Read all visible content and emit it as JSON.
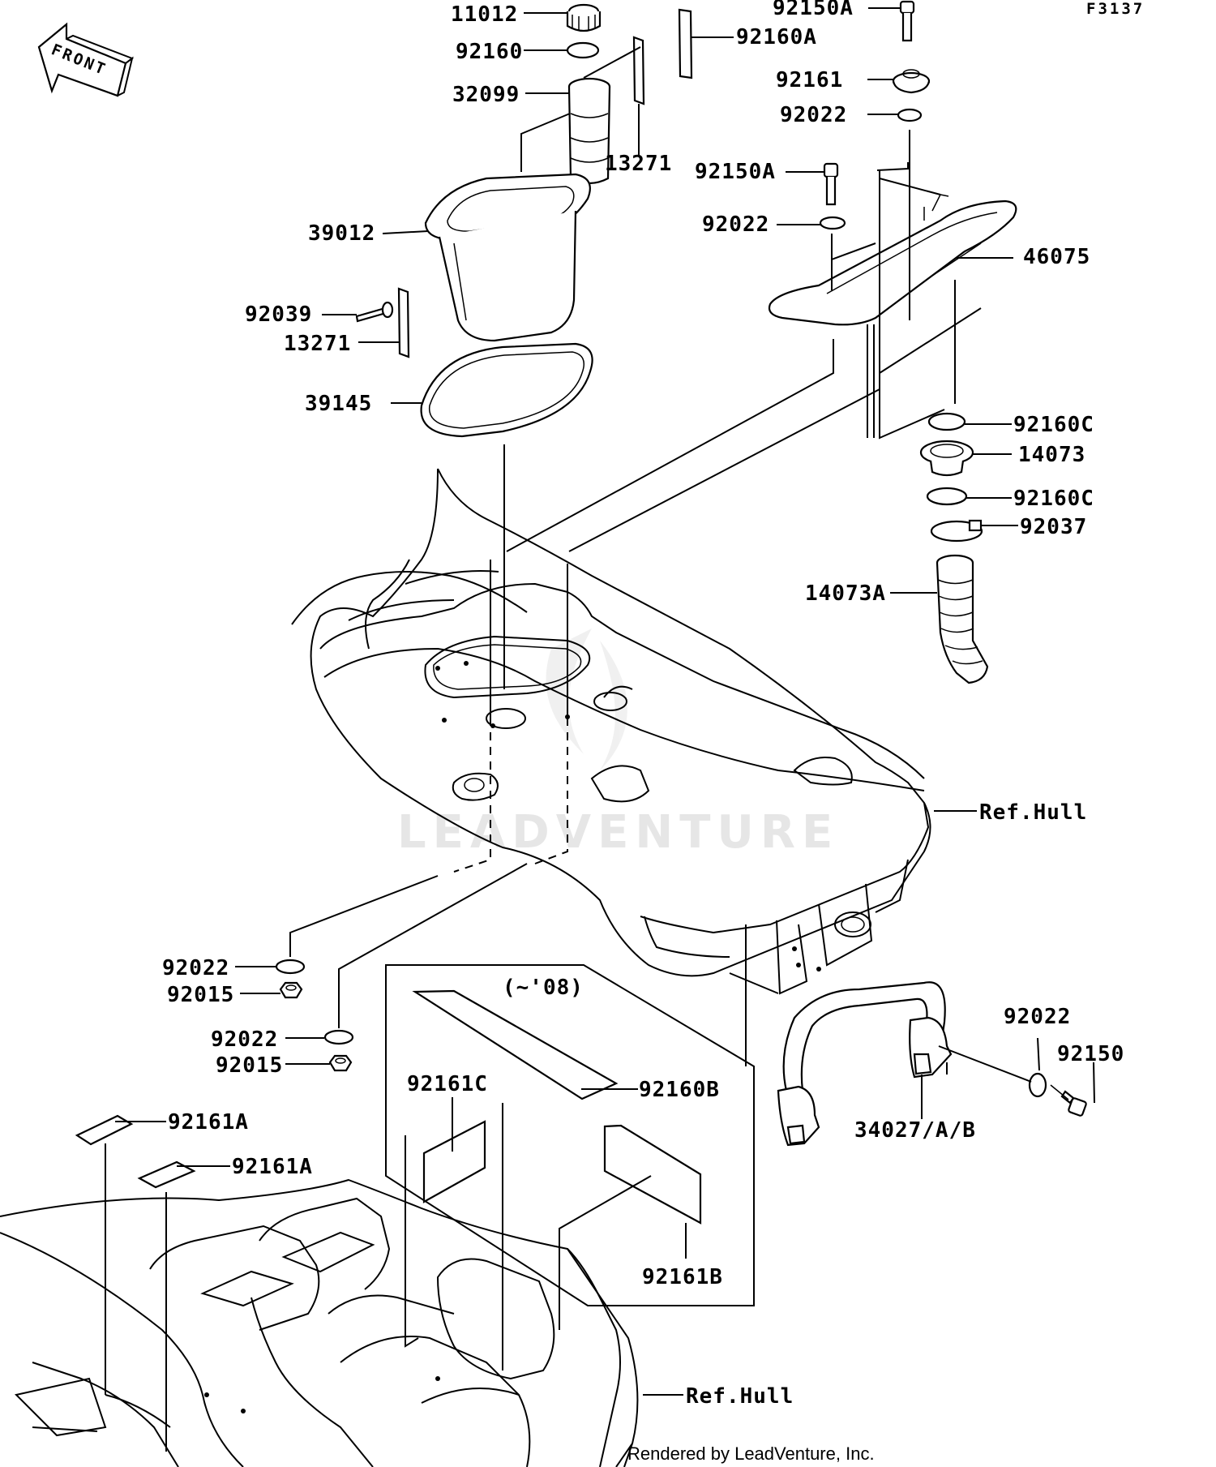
{
  "figure_code": "F3137",
  "front_label": "FRONT",
  "watermark": "LEADVENTURE",
  "credit": "Rendered by LeadVenture, Inc.",
  "inset_note": "(~'08)",
  "callouts": [
    {
      "id": "c1",
      "label": "11012"
    },
    {
      "id": "c2",
      "label": "92160"
    },
    {
      "id": "c3",
      "label": "32099"
    },
    {
      "id": "c4",
      "label": "13271"
    },
    {
      "id": "c5",
      "label": "92160A"
    },
    {
      "id": "c6",
      "label": "92150A"
    },
    {
      "id": "c7",
      "label": "92161"
    },
    {
      "id": "c8",
      "label": "92022"
    },
    {
      "id": "c9",
      "label": "92150A"
    },
    {
      "id": "c10",
      "label": "92022"
    },
    {
      "id": "c11",
      "label": "46075"
    },
    {
      "id": "c12",
      "label": "39012"
    },
    {
      "id": "c13",
      "label": "92039"
    },
    {
      "id": "c14",
      "label": "13271"
    },
    {
      "id": "c15",
      "label": "39145"
    },
    {
      "id": "c16",
      "label": "92160C"
    },
    {
      "id": "c17",
      "label": "14073"
    },
    {
      "id": "c18",
      "label": "92160C"
    },
    {
      "id": "c19",
      "label": "92037"
    },
    {
      "id": "c20",
      "label": "14073A"
    },
    {
      "id": "c21",
      "label": "Ref.Hull"
    },
    {
      "id": "c22",
      "label": "92022"
    },
    {
      "id": "c23",
      "label": "92015"
    },
    {
      "id": "c24",
      "label": "92022"
    },
    {
      "id": "c25",
      "label": "92015"
    },
    {
      "id": "c26",
      "label": "92022"
    },
    {
      "id": "c27",
      "label": "92150"
    },
    {
      "id": "c28",
      "label": "34027/A/B"
    },
    {
      "id": "c29",
      "label": "92160B"
    },
    {
      "id": "c30",
      "label": "92161C"
    },
    {
      "id": "c31",
      "label": "92161A"
    },
    {
      "id": "c32",
      "label": "92161A"
    },
    {
      "id": "c33",
      "label": "92161B"
    },
    {
      "id": "c34",
      "label": "Ref.Hull"
    }
  ]
}
